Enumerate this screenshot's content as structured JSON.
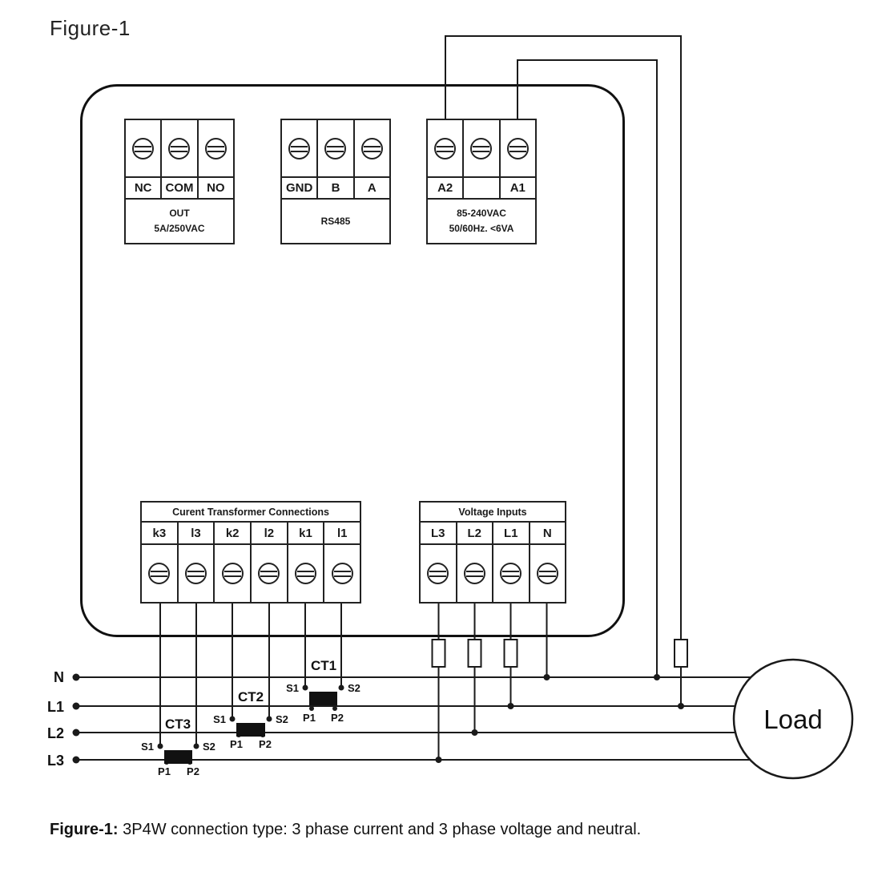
{
  "title": "Figure-1",
  "device": {
    "top_blocks": [
      {
        "name": "relay-output",
        "terminals": [
          "NC",
          "COM",
          "NO"
        ],
        "desc_lines": [
          "OUT",
          "5A/250VAC"
        ]
      },
      {
        "name": "rs485",
        "terminals": [
          "GND",
          "B",
          "A"
        ],
        "desc_lines": [
          "RS485",
          ""
        ]
      },
      {
        "name": "aux-power",
        "terminals": [
          "A2",
          "",
          "A1"
        ],
        "desc_lines": [
          "85-240VAC",
          "50/60Hz. <6VA"
        ]
      }
    ],
    "ct_block": {
      "header": "Curent Transformer Connections",
      "terminals": [
        "k3",
        "l3",
        "k2",
        "l2",
        "k1",
        "l1"
      ]
    },
    "voltage_block": {
      "header": "Voltage Inputs",
      "terminals": [
        "L3",
        "L2",
        "L1",
        "N"
      ]
    }
  },
  "power_lines": {
    "labels": [
      "N",
      "L1",
      "L2",
      "L3"
    ]
  },
  "cts": [
    {
      "label": "CT1",
      "s1": "S1",
      "s2": "S2",
      "p1": "P1",
      "p2": "P2"
    },
    {
      "label": "CT2",
      "s1": "S1",
      "s2": "S2",
      "p1": "P1",
      "p2": "P2"
    },
    {
      "label": "CT3",
      "s1": "S1",
      "s2": "S2",
      "p1": "P1",
      "p2": "P2"
    }
  ],
  "load": {
    "label": "Load"
  },
  "caption": {
    "prefix": "Figure-1:",
    "text": " 3P4W connection type: 3 phase current and 3 phase voltage and neutral."
  }
}
